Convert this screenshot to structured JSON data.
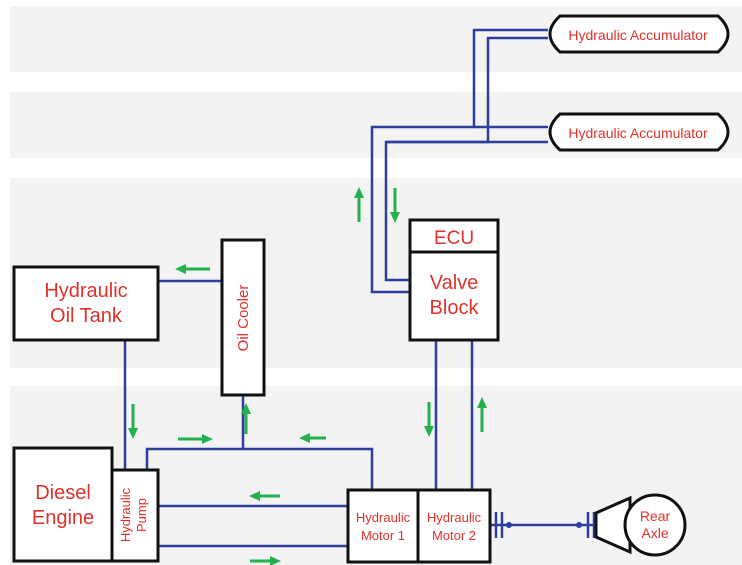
{
  "components": {
    "accumulator_1": "Hydraulic Accumulator",
    "accumulator_2": "Hydraulic Accumulator",
    "ecu": "ECU",
    "valve_block": [
      "Valve",
      "Block"
    ],
    "oil_tank": [
      "Hydraulic",
      "Oil Tank"
    ],
    "oil_cooler": "Oil Cooler",
    "diesel_engine": [
      "Diesel",
      "Engine"
    ],
    "hydraulic_pump": [
      "Hydraulic",
      "Pump"
    ],
    "motor_1": [
      "Hydraulic",
      "Motor 1"
    ],
    "motor_2": [
      "Hydraulic",
      "Motor 2"
    ],
    "rear_axle": [
      "Rear",
      "Axle"
    ]
  },
  "colors": {
    "label": "#e0312b",
    "pipe": "#2c3f9c",
    "flow_arrow": "#22b14c",
    "outline": "#111111",
    "band": "#f3f3f3"
  }
}
